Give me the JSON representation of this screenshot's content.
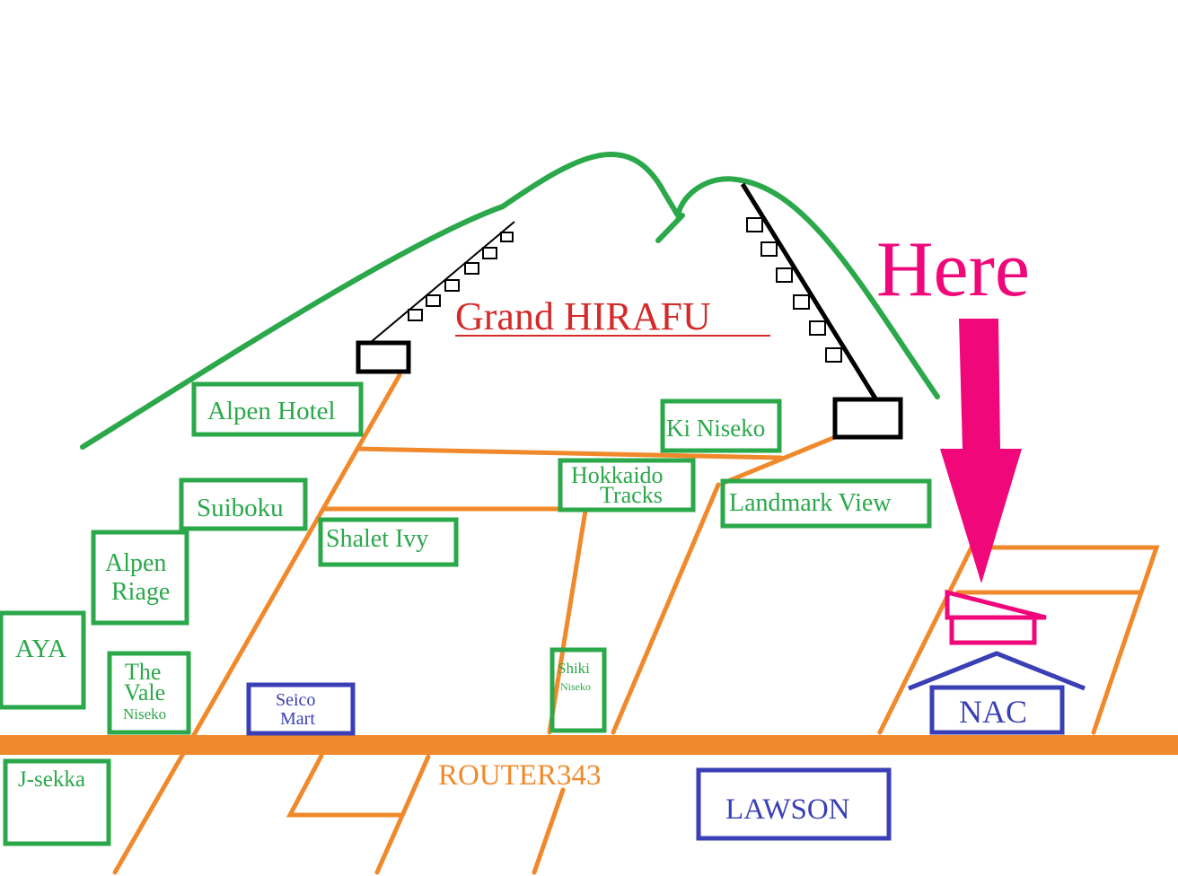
{
  "title": "Grand HIRAFU",
  "marker": {
    "text": "Here"
  },
  "road": {
    "name": "ROUTER343"
  },
  "places": {
    "alpen_hotel": "Alpen Hotel",
    "ki_niseko": "Ki Niseko",
    "hokkaido_tracks_1": "Hokkaido",
    "hokkaido_tracks_2": "Tracks",
    "landmark_view": "Landmark View",
    "suiboku": "Suiboku",
    "shalet_ivy": "Shalet Ivy",
    "alpen_riage_1": "Alpen",
    "alpen_riage_2": "Riage",
    "aya": "AYA",
    "the_vale_1": "The",
    "the_vale_2": "Vale",
    "the_vale_3": "Niseko",
    "shiki_1": "Shiki",
    "shiki_2": "Niseko",
    "j_sekka": "J-sekka"
  },
  "shops": {
    "seico_1": "Seico",
    "seico_2": "Mart",
    "nac": "NAC",
    "lawson": "LAWSON"
  },
  "colors": {
    "mountain": "#2aa84a",
    "road": "#f0892b",
    "lodging": "#2aa84a",
    "shop": "#3a3fb6",
    "title": "#d42a2a",
    "marker": "#f0087a"
  }
}
